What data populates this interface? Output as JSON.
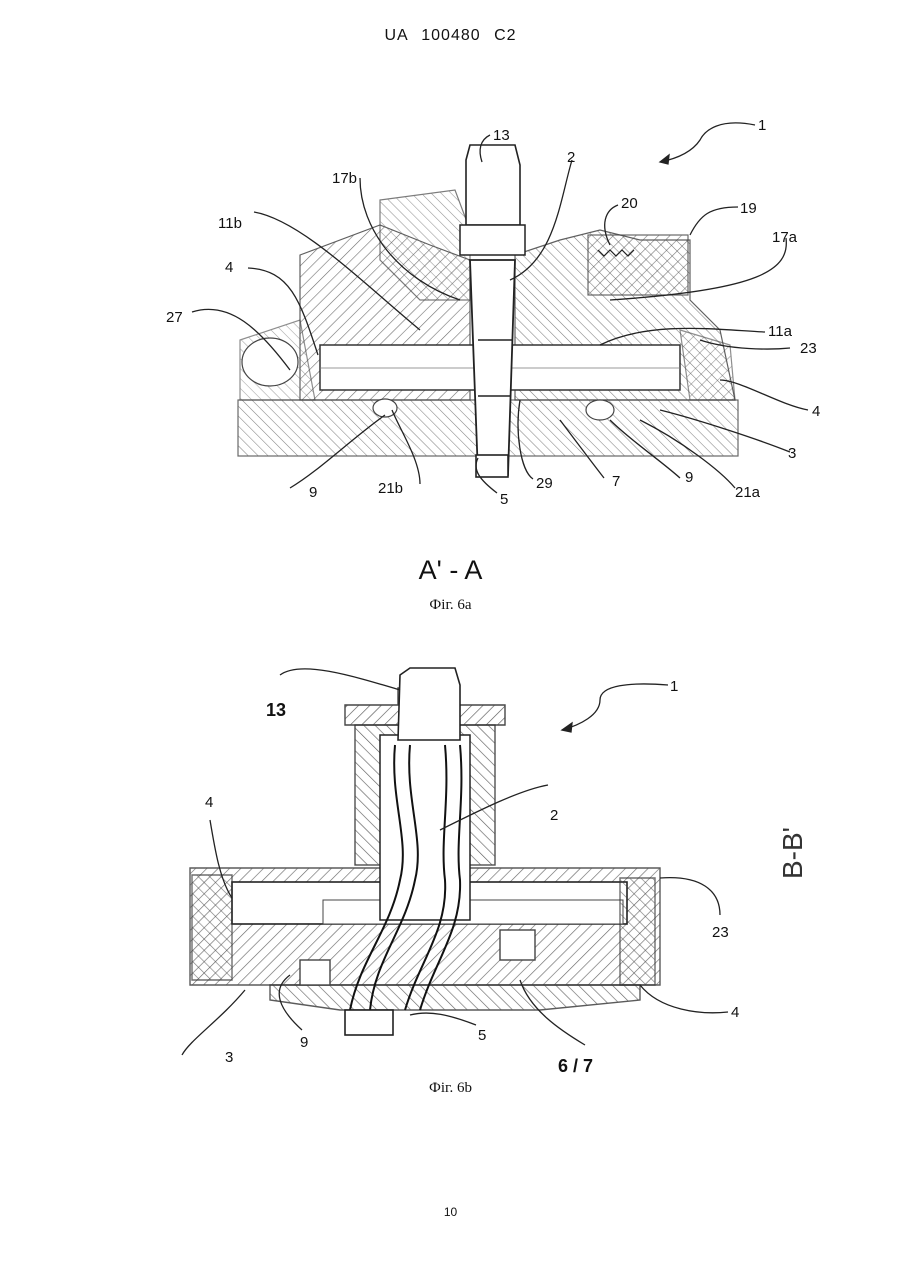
{
  "header": "UA 100480 C2",
  "figure_a": {
    "section_label": "A' - A",
    "caption": "Фіг. 6а",
    "labels": {
      "l1": "1",
      "l13": "13",
      "l2": "2",
      "l17b": "17b",
      "l20": "20",
      "l19": "19",
      "l11b": "11b",
      "l17a": "17a",
      "l4": "4",
      "l27": "27",
      "l11a": "11a",
      "l23": "23",
      "l4r": "4",
      "l3": "3",
      "l9": "9",
      "l21b": "21b",
      "l5": "5",
      "l29": "29",
      "l7": "7",
      "l9r": "9",
      "l21a": "21a"
    }
  },
  "figure_b": {
    "section_label": "B-B'",
    "caption": "Фіг. 6b",
    "labels": {
      "l1": "1",
      "l13": "13",
      "l2": "2",
      "l4": "4",
      "l23": "23",
      "l4r": "4",
      "l3": "3",
      "l9": "9",
      "l5": "5",
      "l67": "6 / 7"
    }
  },
  "page_number": "10"
}
